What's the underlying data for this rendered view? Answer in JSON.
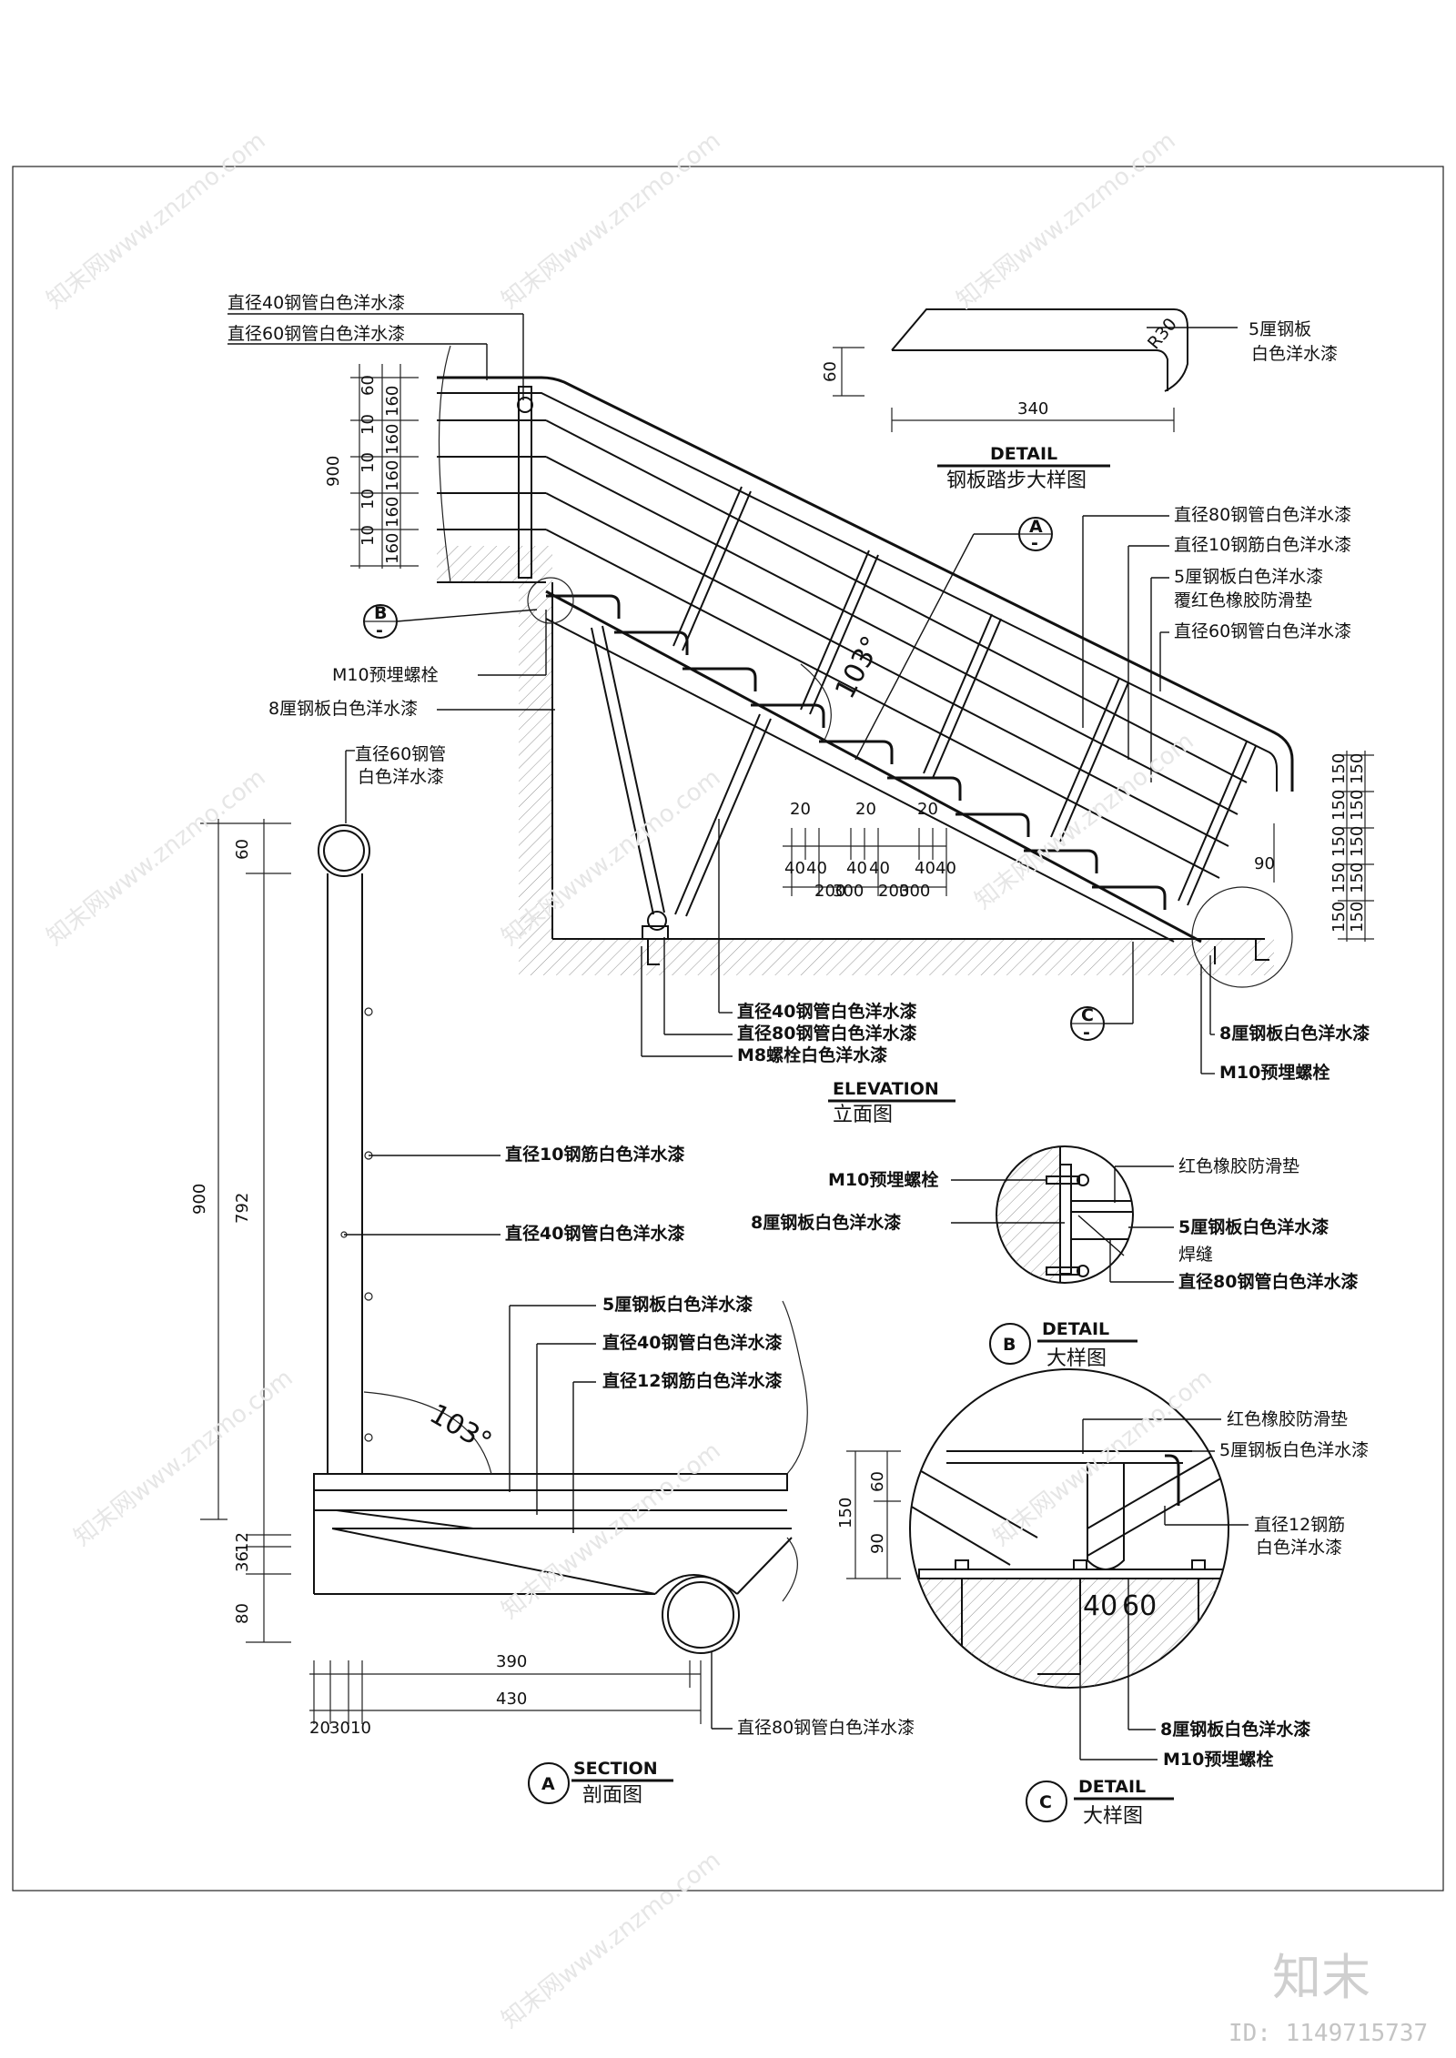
{
  "watermark": {
    "text": "知末网www.znzmo.com",
    "brand": "知末",
    "id": "ID: 1149715737"
  },
  "elevation": {
    "title": "ELEVATION",
    "subtitle": "立面图",
    "labels": {
      "pipe40_top": "直径40钢管白色洋水漆",
      "pipe60_top": "直径60钢管白色洋水漆",
      "m10": "M10预埋螺栓",
      "plate8": "8厘钢板白色洋水漆",
      "pipe80": "直径80钢管白色洋水漆",
      "bar10": "直径10钢筋白色洋水漆",
      "plate5_a": "5厘钢板白色洋水漆",
      "plate5_b": "覆红色橡胶防滑垫",
      "pipe60": "直径60钢管白色洋水漆",
      "bot_pipe40": "直径40钢管白色洋水漆",
      "bot_pipe80": "直径80钢管白色洋水漆",
      "bot_m8": "M8螺栓白色洋水漆",
      "right_plate8": "8厘钢板白色洋水漆",
      "right_m10": "M10预埋螺栓"
    },
    "dims": {
      "h900": "900",
      "h60": "60",
      "h10": "10",
      "h160": "160",
      "d20": "20",
      "d40": "40",
      "d200": "200",
      "d300": "300",
      "d150": "150",
      "d90": "90"
    },
    "angle": "103°",
    "markers": {
      "A": "A",
      "B": "B",
      "C": "C",
      "dash": "-"
    }
  },
  "tread_detail": {
    "title": "DETAIL",
    "subtitle": "钢板踏步大样图",
    "label1": "5厘钢板",
    "label2": "白色洋水漆",
    "radius": "R30",
    "dim_h": "60",
    "dim_w": "340"
  },
  "section": {
    "title": "SECTION",
    "subtitle": "剖面图",
    "marker": "A",
    "labels": {
      "pipe60_a": "直径60钢管",
      "pipe60_b": "白色洋水漆",
      "bar10": "直径10钢筋白色洋水漆",
      "pipe40": "直径40钢管白色洋水漆",
      "plate5": "5厘钢板白色洋水漆",
      "pipe40_b": "直径40钢管白色洋水漆",
      "bar12": "直径12钢筋白色洋水漆",
      "pipe80": "直径80钢管白色洋水漆"
    },
    "dims": {
      "h60": "60",
      "h900": "900",
      "h792": "792",
      "h36": "36",
      "h12": "12",
      "h80": "80",
      "w390": "390",
      "w430": "430",
      "w20": "20",
      "w30": "30",
      "w10": "10"
    },
    "angle": "103°"
  },
  "detail_b": {
    "title": "DETAIL",
    "subtitle": "大样图",
    "marker": "B",
    "labels": {
      "m10": "M10预埋螺栓",
      "plate8": "8厘钢板白色洋水漆",
      "rubber": "红色橡胶防滑垫",
      "plate5": "5厘钢板白色洋水漆",
      "weld": "焊缝",
      "pipe80": "直径80钢管白色洋水漆"
    }
  },
  "detail_c": {
    "title": "DETAIL",
    "subtitle": "大样图",
    "marker": "C",
    "labels": {
      "rubber": "红色橡胶防滑垫",
      "plate5": "5厘钢板白色洋水漆",
      "bar12_a": "直径12钢筋",
      "bar12_b": "白色洋水漆",
      "plate8": "8厘钢板白色洋水漆",
      "m10": "M10预埋螺栓"
    },
    "dims": {
      "h150": "150",
      "h60": "60",
      "h90": "90",
      "w40": "40",
      "w60": "60"
    }
  }
}
